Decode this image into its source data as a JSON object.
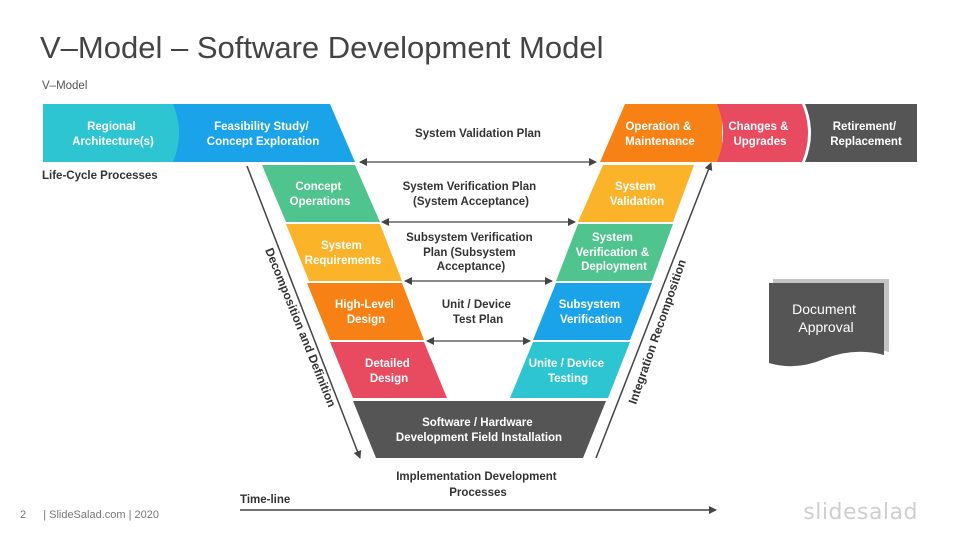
{
  "title": "V–Model – Software Development Model",
  "subtitle": "V–Model",
  "lifecycle_label": "Life-Cycle Processes",
  "footer": {
    "page": "2",
    "text": "| SlideSalad.com | 2020"
  },
  "brand": "slidesalad",
  "colors": {
    "teal": "#2ec5d3",
    "blue": "#1aa3e8",
    "green": "#4fc48e",
    "yellow": "#fbb42a",
    "orange": "#f78114",
    "red": "#e84a5f",
    "dark": "#555555"
  },
  "top_left": {
    "regional": [
      "Regional",
      "Architecture(s)"
    ],
    "feasibility": [
      "Feasibility Study/",
      "Concept Exploration"
    ]
  },
  "top_right": {
    "operation": [
      "Operation &",
      "Maintenance"
    ],
    "changes": [
      "Changes &",
      "Upgrades"
    ],
    "retirement": [
      "Retirement/",
      "Replacement"
    ]
  },
  "left_steps": {
    "concept": [
      "Concept",
      "Operations"
    ],
    "requirements": [
      "System",
      "Requirements"
    ],
    "high_level": [
      "High-Level",
      "Design"
    ],
    "detailed": [
      "Detailed",
      "Design"
    ]
  },
  "right_steps": {
    "validation": [
      "System",
      "Validation"
    ],
    "verification": [
      "System",
      "Verification &",
      "Deployment"
    ],
    "subsystem": [
      "Subsystem",
      "Verification"
    ],
    "unit": [
      "Unite / Device",
      "Testing"
    ]
  },
  "bottom": [
    "Software / Hardware",
    "Development Field Installation"
  ],
  "plans": {
    "validation": [
      "System Validation Plan"
    ],
    "verification": [
      "System Verification Plan",
      "(System Acceptance)"
    ],
    "subsystem": [
      "Subsystem Verification",
      "Plan (Subsystem",
      "Acceptance)"
    ],
    "unit": [
      "Unit /  Device",
      "Test Plan"
    ]
  },
  "axis_left": "Decomposition  and  Definition",
  "axis_right": "Integration Recomposition",
  "implementation": [
    "Implementation  Development",
    "Processes"
  ],
  "timeline": "Time-line",
  "document": [
    "Document",
    "Approval"
  ]
}
